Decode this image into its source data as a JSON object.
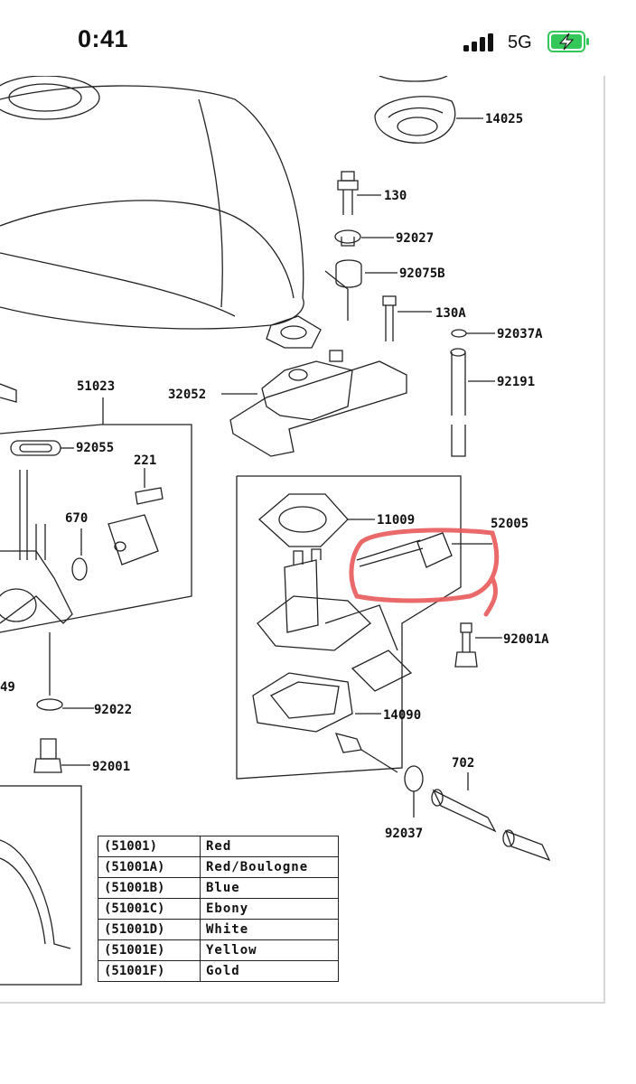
{
  "status_bar": {
    "time": "0:41",
    "network": "5G",
    "battery_color": "#34c759"
  },
  "diagram": {
    "part_numbers": {
      "p14025": "14025",
      "p130": "130",
      "p92027": "92027",
      "p92075B": "92075B",
      "p130A": "130A",
      "p92037A": "92037A",
      "p92191": "92191",
      "p32052": "32052",
      "p51023": "51023",
      "p92055": "92055",
      "p221": "221",
      "p670": "670",
      "p11009": "11009",
      "p52005": "52005",
      "p92001A": "92001A",
      "p14090": "14090",
      "p92022": "92022",
      "p92001": "92001",
      "p702": "702",
      "p92037": "92037",
      "p49": "49"
    },
    "highlight_color": "#e8595a"
  },
  "legend": {
    "rows": [
      {
        "code": "(51001)",
        "color": "Red"
      },
      {
        "code": "(51001A)",
        "color": "Red/Boulogne"
      },
      {
        "code": "(51001B)",
        "color": "Blue"
      },
      {
        "code": "(51001C)",
        "color": "Ebony"
      },
      {
        "code": "(51001D)",
        "color": "White"
      },
      {
        "code": "(51001E)",
        "color": "Yellow"
      },
      {
        "code": "(51001F)",
        "color": "Gold"
      }
    ]
  }
}
